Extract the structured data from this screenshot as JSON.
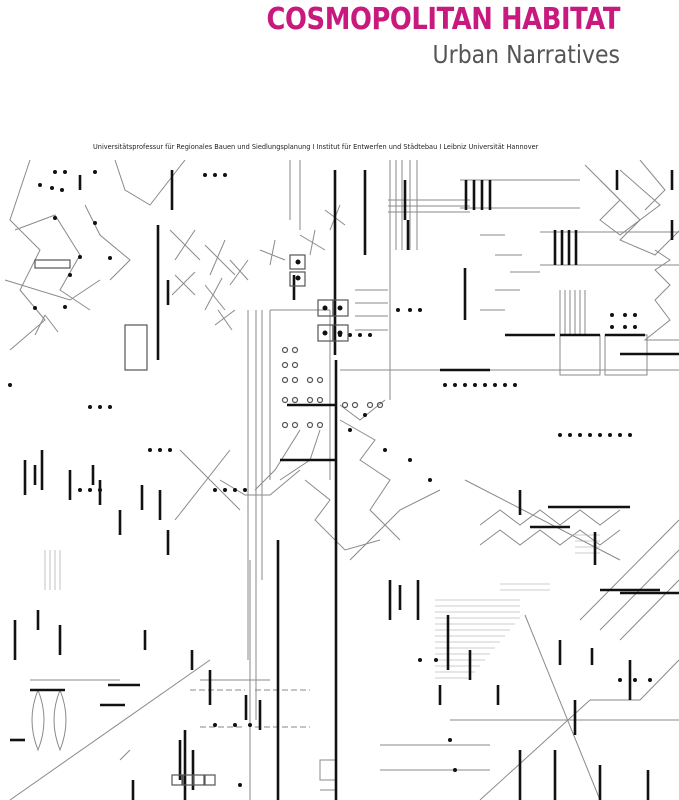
{
  "cover": {
    "title": "COSMOPOLITAN HABITAT",
    "subtitle": "Urban Narratives",
    "institution": "Universitätsprofessur für Regionales Bauen und Siedlungsplanung I Institut für Entwerfen und Städtebau I Leibniz Universität Hannover",
    "colors": {
      "title": "#c8197e",
      "subtitle": "#555555",
      "ink": "#111111",
      "ink_light": "#8a8a8a",
      "background": "#ffffff"
    }
  },
  "illustration": {
    "description": "abstract black-and-white architectural line drawing / urban notation plan"
  }
}
